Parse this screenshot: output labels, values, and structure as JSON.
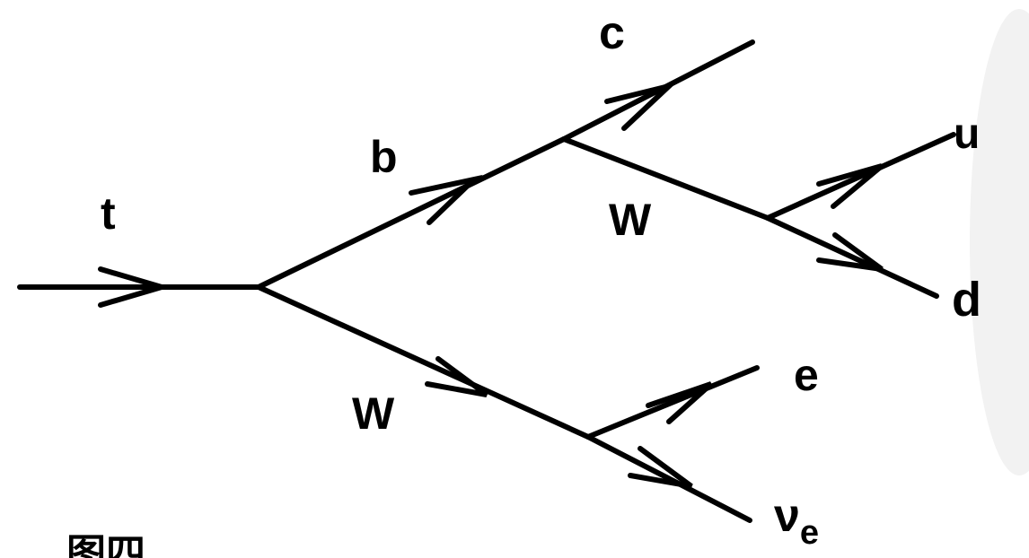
{
  "diagram": {
    "particles": {
      "t": "t",
      "b": "b",
      "w_upper": "W",
      "w_lower": "W",
      "c": "c",
      "u": "u",
      "d": "d",
      "e": "e",
      "nu": "ν",
      "nu_sub": "e"
    },
    "caption": "图四"
  },
  "colors": {
    "ink": "#000000",
    "background": "#ffffff",
    "scan_shadow": "#f2f2f2"
  }
}
